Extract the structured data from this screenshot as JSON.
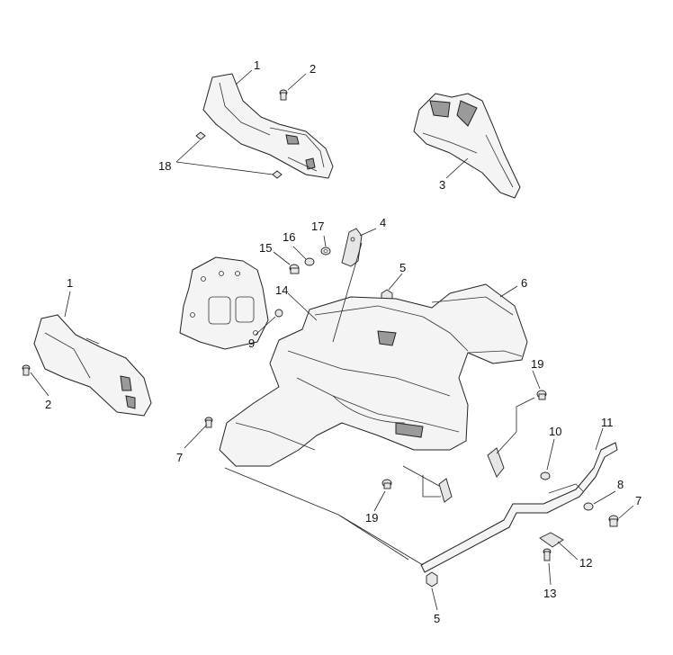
{
  "callouts": {
    "c1_top": "1",
    "c2_top": "2",
    "c18": "18",
    "c3": "3",
    "c17": "17",
    "c4": "4",
    "c16": "16",
    "c15": "15",
    "c5_mid": "5",
    "c6": "6",
    "c1_left": "1",
    "c14": "14",
    "c9": "9",
    "c2_left": "2",
    "c19_right": "19",
    "c7_left": "7",
    "c10": "10",
    "c11": "11",
    "c8": "8",
    "c7_right": "7",
    "c19_bottom": "19",
    "c12": "12",
    "c13": "13",
    "c5_bottom": "5"
  }
}
